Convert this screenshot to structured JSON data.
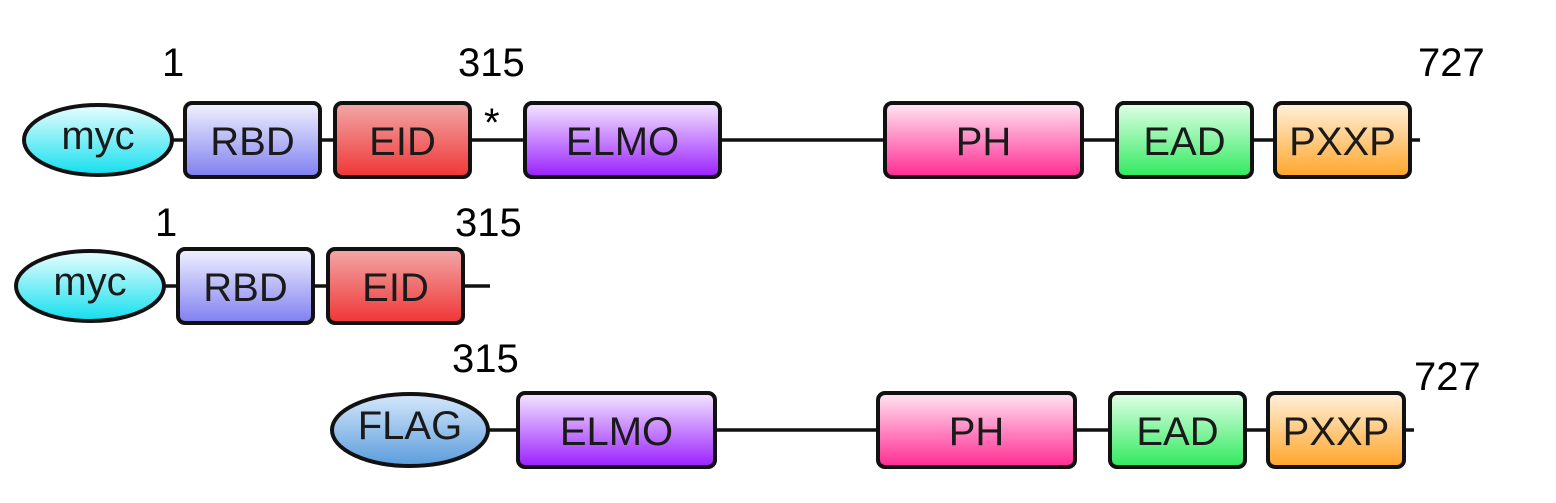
{
  "constructs": [
    {
      "id": "full_length",
      "tag": "myc",
      "domains": [
        "RBD",
        "EID",
        "ELMO",
        "PH",
        "EAD",
        "PXXP"
      ],
      "start_label": "1",
      "split_label": "315",
      "end_label": "727",
      "marker": "*"
    },
    {
      "id": "n_terminal",
      "tag": "myc",
      "domains": [
        "RBD",
        "EID"
      ],
      "start_label": "1",
      "split_label": "315"
    },
    {
      "id": "c_terminal",
      "tag": "FLAG",
      "domains": [
        "ELMO",
        "PH",
        "EAD",
        "PXXP"
      ],
      "split_label": "315",
      "end_label": "727"
    }
  ],
  "colors": {
    "myc": "#22e5f0",
    "FLAG": "#5fa0dd",
    "RBD": "#8888ee",
    "EID": "#ee4444",
    "ELMO": "#aa33ff",
    "PH": "#ff3399",
    "EAD": "#33ee66",
    "PXXP": "#ffaa33"
  }
}
